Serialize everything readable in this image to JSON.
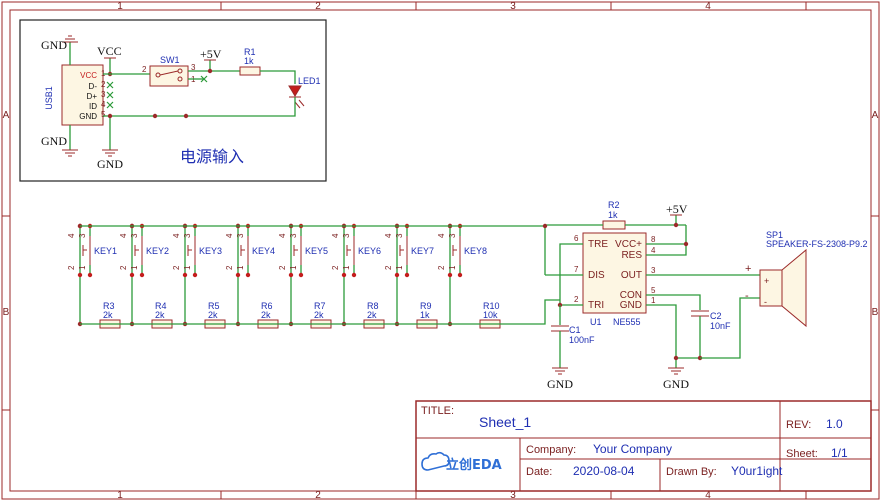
{
  "frame": {
    "col_labels": [
      "1",
      "2",
      "3",
      "4"
    ],
    "row_labels": [
      "A",
      "B"
    ]
  },
  "power_box": {
    "usb_name": "USB1",
    "usb_pins": [
      "VCC",
      "D-",
      "D+",
      "ID",
      "GND"
    ],
    "usb_pin_nums": [
      "1",
      "2",
      "3",
      "4",
      "5"
    ],
    "gnd_labels": [
      "GND",
      "GND",
      "GND"
    ],
    "vcc_label": "VCC",
    "sw_name": "SW1",
    "sw_pins": [
      "2",
      "3",
      "1"
    ],
    "plus5v": "+5V",
    "r1_name": "R1",
    "r1_value": "1k",
    "led_name": "LED1",
    "title_cn": "电源输入"
  },
  "keys": [
    {
      "name": "KEY1",
      "r_name": "R3",
      "r_value": "2k"
    },
    {
      "name": "KEY2",
      "r_name": "R4",
      "r_value": "2k"
    },
    {
      "name": "KEY3",
      "r_name": "R5",
      "r_value": "2k"
    },
    {
      "name": "KEY4",
      "r_name": "R6",
      "r_value": "2k"
    },
    {
      "name": "KEY5",
      "r_name": "R7",
      "r_value": "2k"
    },
    {
      "name": "KEY6",
      "r_name": "R8",
      "r_value": "2k"
    },
    {
      "name": "KEY7",
      "r_name": "R9",
      "r_value": "1k"
    },
    {
      "name": "KEY8",
      "r_name": "R10",
      "r_value": "10k"
    }
  ],
  "key_pins": [
    "4",
    "3",
    "2",
    "1"
  ],
  "timer": {
    "name": "U1",
    "part": "NE555",
    "pins_left": [
      {
        "num": "6",
        "label": "TRE"
      },
      {
        "num": "7",
        "label": "DIS"
      },
      {
        "num": "2",
        "label": "TRI"
      }
    ],
    "pins_right": [
      {
        "num": "8",
        "label": "VCC+"
      },
      {
        "num": "4",
        "label": "RES"
      },
      {
        "num": "3",
        "label": "OUT"
      },
      {
        "num": "5",
        "label": "CON"
      },
      {
        "num": "1",
        "label": "GND"
      }
    ],
    "r2_name": "R2",
    "r2_value": "1k",
    "plus5v": "+5V",
    "c1_name": "C1",
    "c1_value": "100nF",
    "c2_name": "C2",
    "c2_value": "10nF",
    "gnd1": "GND",
    "gnd2": "GND"
  },
  "speaker": {
    "name": "SP1",
    "part": "SPEAKER-FS-2308-P9.2",
    "plus": "+",
    "minus": "-"
  },
  "title_block": {
    "title_label": "TITLE:",
    "title_value": "Sheet_1",
    "rev_label": "REV:",
    "rev_value": "1.0",
    "company_label": "Company:",
    "company_value": "Your Company",
    "sheet_label": "Sheet:",
    "sheet_value": "1/1",
    "date_label": "Date:",
    "date_value": "2020-08-04",
    "drawn_label": "Drawn By:",
    "drawn_value": "Y0ur1ight",
    "logo_text": "立创EDA"
  }
}
